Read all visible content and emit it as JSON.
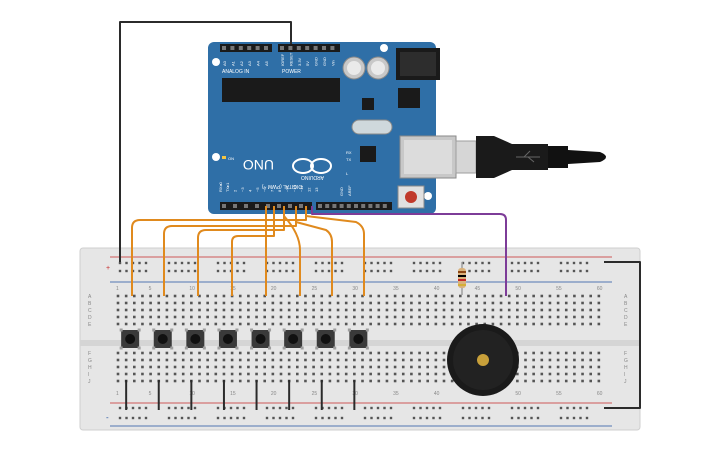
{
  "arduino": {
    "model": "UNO",
    "brand": "ARDUINO",
    "power_header_label": "POWER",
    "analog_header_label": "ANALOG IN",
    "digital_header_label": "DIGITAL (PWM ~)",
    "analog_pins": [
      "A0",
      "A1",
      "A2",
      "A3",
      "A4",
      "A5"
    ],
    "power_pins": [
      "IOREF",
      "RESET",
      "3.3V",
      "5V",
      "GND",
      "GND",
      "Vin"
    ],
    "led_on_label": "ON",
    "led_tx_label": "TX",
    "led_rx_label": "RX",
    "led_l_label": "L",
    "aref_label": "AREF",
    "gnd_label": "GND",
    "digital_pins": [
      "13",
      "12",
      "~11",
      "~10",
      "~9",
      "8",
      "7",
      "~6",
      "~5",
      "4",
      "~3",
      "2",
      "TX▸1",
      "RX◂0"
    ]
  },
  "breadboard": {
    "column_numbers": [
      "1",
      "5",
      "10",
      "15",
      "20",
      "25",
      "30",
      "35",
      "40",
      "45",
      "50",
      "55",
      "60"
    ],
    "row_letters_top": [
      "A",
      "B",
      "C",
      "D",
      "E"
    ],
    "row_letters_bottom": [
      "F",
      "G",
      "H",
      "I",
      "J"
    ],
    "plus_sign": "+",
    "minus_sign": "-"
  },
  "components": {
    "pushbutton_count": 8,
    "buzzer": "piezo-buzzer",
    "resistor": "resistor",
    "usb_cable": "usb-b-cable"
  },
  "colors": {
    "board": "#2f6fa7",
    "wire_orange": "#e08a1e",
    "wire_purple": "#7d3c98",
    "wire_black": "#2b2b2b",
    "breadboard": "#e6e6e6"
  }
}
